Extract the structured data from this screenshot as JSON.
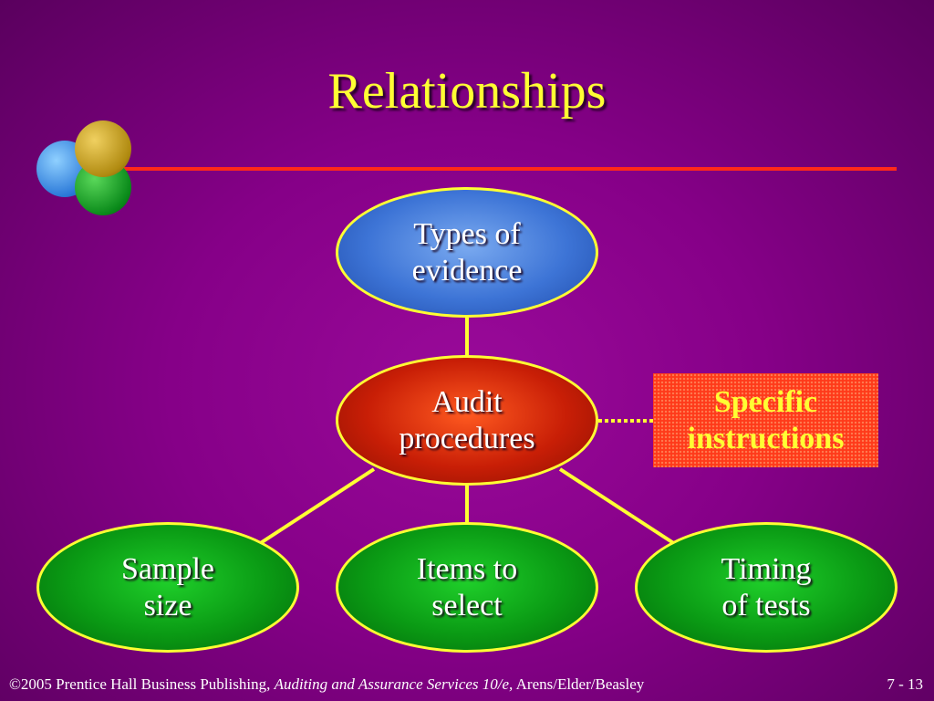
{
  "slide": {
    "title": "Relationships"
  },
  "diagram": {
    "nodes": [
      {
        "id": "types-of-evidence",
        "label": "Types of\nevidence"
      },
      {
        "id": "audit-procedures",
        "label": "Audit\nprocedures"
      },
      {
        "id": "sample-size",
        "label": "Sample\nsize"
      },
      {
        "id": "items-to-select",
        "label": "Items to\nselect"
      },
      {
        "id": "timing-of-tests",
        "label": "Timing\nof tests"
      }
    ],
    "note": {
      "label": "Specific\ninstructions"
    },
    "colors": {
      "connector": "#ffff33",
      "title": "#ffff33",
      "rule": "#ff2a1a",
      "evidence_node": "#3d74d6",
      "procedures_node": "#c81e06",
      "result_nodes": "#0a9a14",
      "note_box": "#ff3a1a"
    }
  },
  "footer": {
    "copyright": "©2005 Prentice Hall Business Publishing,",
    "book_title": "Auditing and Assurance Services 10/e,",
    "authors": "Arens/Elder/Beasley",
    "page": "7 - 13"
  }
}
